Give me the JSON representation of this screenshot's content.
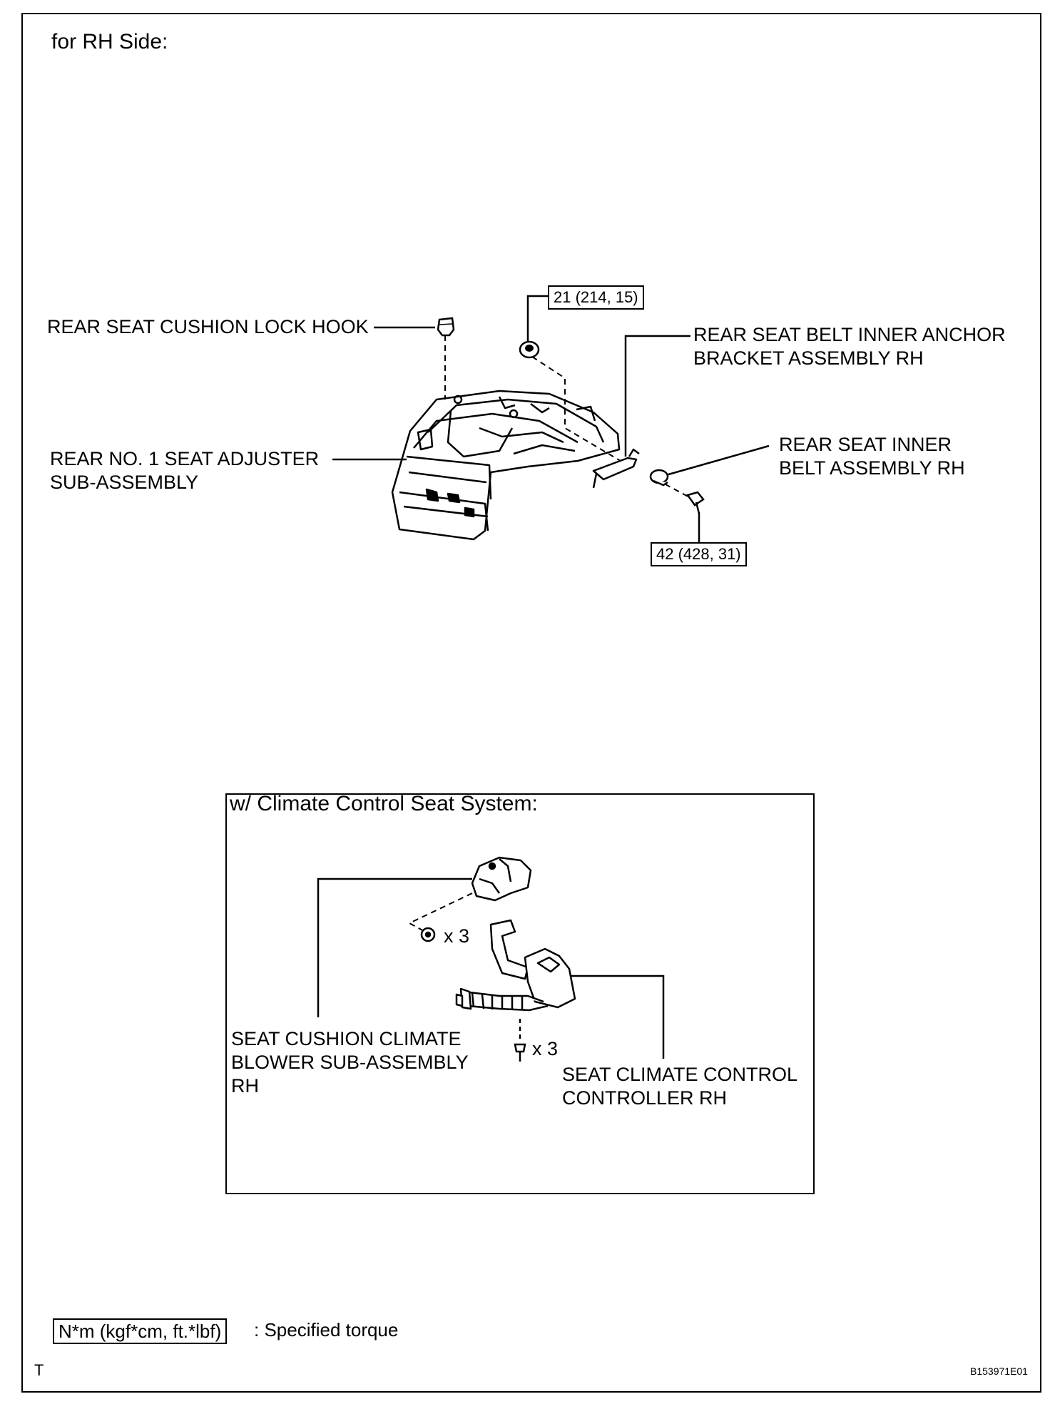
{
  "header": {
    "title": "for RH Side:"
  },
  "labels": {
    "lock_hook": "REAR SEAT CUSHION LOCK HOOK",
    "adjuster": "REAR NO. 1 SEAT ADJUSTER\nSUB-ASSEMBLY",
    "anchor_bracket": "REAR SEAT BELT INNER ANCHOR\nBRACKET ASSEMBLY RH",
    "inner_belt": "REAR SEAT INNER\nBELT ASSEMBLY RH"
  },
  "torques": {
    "nut": "21 (214, 15)",
    "bolt": "42 (428, 31)"
  },
  "inset": {
    "title": "w/ Climate Control Seat System:",
    "blower": "SEAT CUSHION CLIMATE\nBLOWER SUB-ASSEMBLY\nRH",
    "controller": "SEAT CLIMATE CONTROL\nCONTROLLER RH",
    "qty_nut": "x 3",
    "qty_screw": "x 3"
  },
  "legend": {
    "unit_box": "N*m (kgf*cm, ft.*lbf)",
    "text": ": Specified torque"
  },
  "footer": {
    "corner_letter": "T",
    "figure_code": "B153971E01"
  }
}
